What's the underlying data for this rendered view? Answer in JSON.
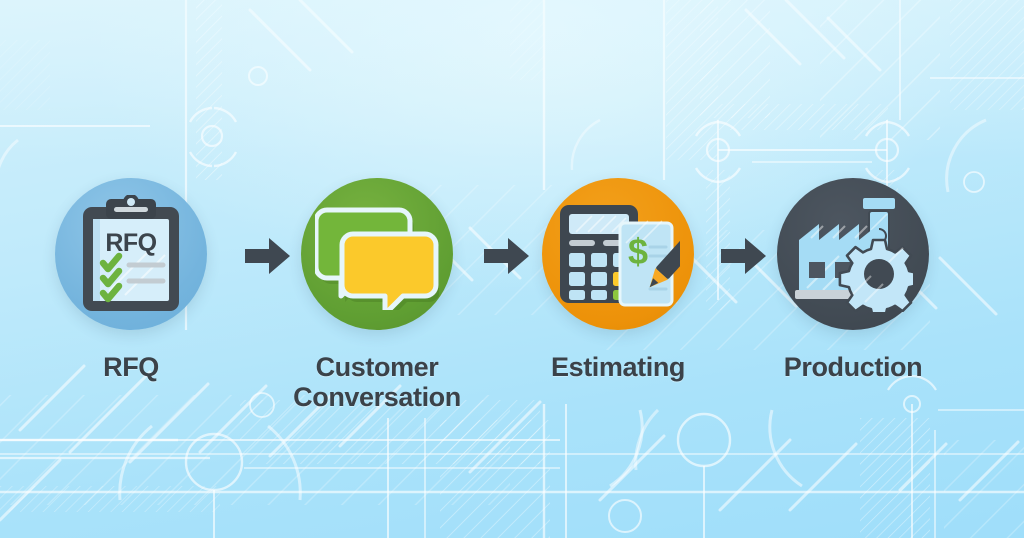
{
  "graphic": {
    "type": "process-flow",
    "title_text": "",
    "background": {
      "style": "blueprint-technical-line-pattern",
      "gradient_from": "#d4f1fb",
      "gradient_to": "#9fdefa",
      "line_color": "#ffffff"
    },
    "arrow_color": "#3f4851",
    "steps": [
      {
        "id": "rfq",
        "label": "RFQ",
        "icon": "clipboard-rfq-icon",
        "badge_color": "#74b4dd",
        "icon_detail": {
          "document_text": "RFQ",
          "checkmarks": 3,
          "checkmark_color": "#6db33f",
          "frame_color": "#424a52",
          "paper_color": "#cdeaf8"
        }
      },
      {
        "id": "customer-conversation",
        "label_line1": "Customer",
        "label_line2": "Conversation",
        "label": "Customer Conversation",
        "icon": "speech-bubbles-icon",
        "badge_color": "#5f9e32",
        "icon_detail": {
          "bubble_1_color": "#73b63a",
          "bubble_2_color": "#fbc92b",
          "outline_color": "#e6f6fb"
        }
      },
      {
        "id": "estimating",
        "label": "Estimating",
        "icon": "calculator-invoice-pencil-icon",
        "badge_color": "#ed9209",
        "icon_detail": {
          "currency_symbol": "$",
          "currency_color": "#6db33f",
          "calculator_body_color": "#3e4750",
          "key_highlight_yellow": "#fbc92b",
          "key_highlight_green": "#8cc63e",
          "paper_color": "#bfe4f5"
        }
      },
      {
        "id": "production",
        "label": "Production",
        "icon": "factory-gear-icon",
        "badge_color": "#414a53",
        "icon_detail": {
          "factory_color": "#a5dcf5",
          "gear_color": "#c2e6f8",
          "window_count": 3,
          "ground_color": "#c9d2d8"
        }
      }
    ],
    "connectors": [
      {
        "id": "arrow-1",
        "from": "rfq",
        "to": "customer-conversation",
        "icon": "arrow-right-icon"
      },
      {
        "id": "arrow-2",
        "from": "customer-conversation",
        "to": "estimating",
        "icon": "arrow-right-icon"
      },
      {
        "id": "arrow-3",
        "from": "estimating",
        "to": "production",
        "icon": "arrow-right-icon"
      }
    ]
  }
}
